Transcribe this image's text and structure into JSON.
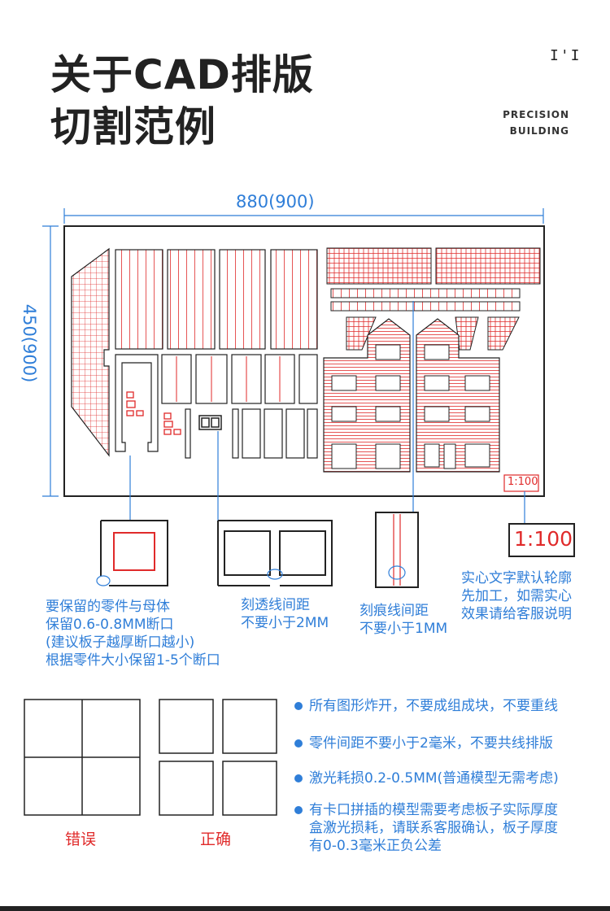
{
  "title": {
    "line1": "关于CAD排版",
    "line2": "切割范例"
  },
  "brand": {
    "mark": "I'I",
    "line1": "PRECISION",
    "line2": "BUILDING"
  },
  "dimensions": {
    "width": "880(900)",
    "height": "450(900)"
  },
  "scale_label": "1:100",
  "callouts": {
    "keep_parts": [
      "要保留的零件与母体",
      "保留0.6-0.8MM断口",
      "(建议板子越厚断口越小)",
      "根据零件大小保留1-5个断口"
    ],
    "cut_through": [
      "刻透线间距",
      "不要小于2MM"
    ],
    "score_line": [
      "刻痕线间距",
      "不要小于1MM"
    ],
    "solid_text": [
      "实心文字默认轮廓",
      "先加工，如需实心",
      "效果请给客服说明"
    ]
  },
  "examples": {
    "wrong": "错误",
    "right": "正确"
  },
  "bullets": [
    [
      "所有图形炸开，不要成组成块，不要重线"
    ],
    [
      "零件间距不要小于2毫米，不要共线排版"
    ],
    [
      "激光耗损0.2-0.5MM(普通模型无需考虑)"
    ],
    [
      "有卡口拼插的模型需要考虑板子实际厚度",
      "盒激光损耗，请联系客服确认，板子厚度",
      "有0-0.3毫米正负公差"
    ]
  ],
  "colors": {
    "accent_blue": "#2f7ed8",
    "red": "#e02a2a",
    "ink": "#222222"
  }
}
